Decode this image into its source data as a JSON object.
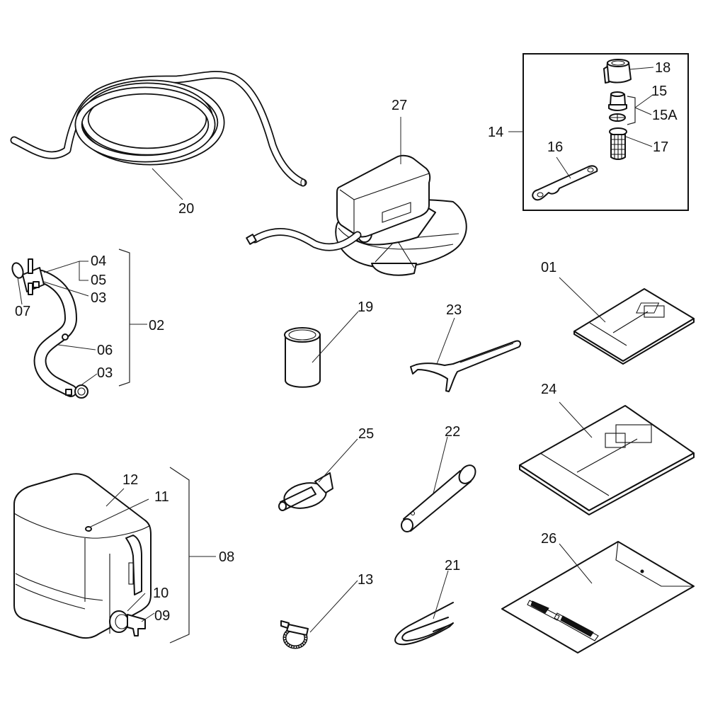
{
  "diagram": {
    "type": "exploded-parts-diagram",
    "labels": {
      "p01": "01",
      "p02": "02",
      "p03a": "03",
      "p03b": "03",
      "p04": "04",
      "p05": "05",
      "p06": "06",
      "p07": "07",
      "p08": "08",
      "p09": "09",
      "p10": "10",
      "p11": "11",
      "p12": "12",
      "p13": "13",
      "p14": "14",
      "p15": "15",
      "p15a": "15A",
      "p16": "16",
      "p17": "17",
      "p18": "18",
      "p19": "19",
      "p20": "20",
      "p21": "21",
      "p22": "22",
      "p23": "23",
      "p24": "24",
      "p25": "25",
      "p26": "26",
      "p27": "27"
    },
    "groups": {
      "g02": [
        "03",
        "04",
        "05",
        "06",
        "07"
      ],
      "g08": [
        "09",
        "10",
        "11",
        "12"
      ],
      "g14": [
        "15",
        "15A",
        "16",
        "17",
        "18"
      ]
    },
    "parts": [
      {
        "id": "20",
        "name": "coiled hose"
      },
      {
        "id": "27",
        "name": "pump unit with diaphragm base"
      },
      {
        "id": "02",
        "name": "hose assembly"
      },
      {
        "id": "08",
        "name": "water tank assembly"
      },
      {
        "id": "14",
        "name": "nozzle kit"
      },
      {
        "id": "19",
        "name": "sleeve"
      },
      {
        "id": "23",
        "name": "spanner wrench"
      },
      {
        "id": "01",
        "name": "instruction booklet"
      },
      {
        "id": "24",
        "name": "manual"
      },
      {
        "id": "25",
        "name": "lynch pin"
      },
      {
        "id": "22",
        "name": "clevis pin"
      },
      {
        "id": "13",
        "name": "hose clamp"
      },
      {
        "id": "21",
        "name": "R-clip"
      },
      {
        "id": "26",
        "name": "document envelope"
      }
    ]
  }
}
